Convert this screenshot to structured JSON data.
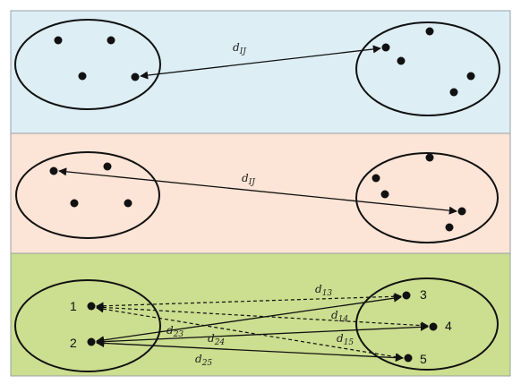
{
  "colors": {
    "panel_top": "#DDEEF5",
    "panel_mid": "#FCE4D6",
    "panel_bottom": "#CCDE8F",
    "stroke": "#111111",
    "frame": "#9aa0a6"
  },
  "panels": [
    {
      "id": "single-linkage",
      "distance_label": {
        "main": "d",
        "sub": "IJ"
      }
    },
    {
      "id": "complete-linkage",
      "distance_label": {
        "main": "d",
        "sub": "IJ"
      }
    },
    {
      "id": "average-linkage",
      "left_point_labels": [
        "1",
        "2"
      ],
      "right_point_labels": [
        "3",
        "4",
        "5"
      ],
      "distance_labels": [
        {
          "main": "d",
          "sub": "13"
        },
        {
          "main": "d",
          "sub": "14"
        },
        {
          "main": "d",
          "sub": "15"
        },
        {
          "main": "d",
          "sub": "23"
        },
        {
          "main": "d",
          "sub": "24"
        },
        {
          "main": "d",
          "sub": "25"
        }
      ]
    }
  ]
}
